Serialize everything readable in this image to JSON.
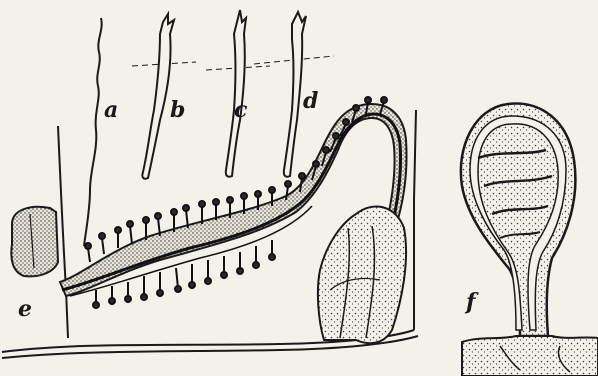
{
  "figure": {
    "labels": {
      "a": "a",
      "b": "b",
      "c": "c",
      "d": "d",
      "e": "e",
      "f": "f"
    },
    "colors": {
      "paper": "#f4f1ea",
      "ink": "#1a1a1a",
      "stipple": "#3a3a3a"
    }
  }
}
